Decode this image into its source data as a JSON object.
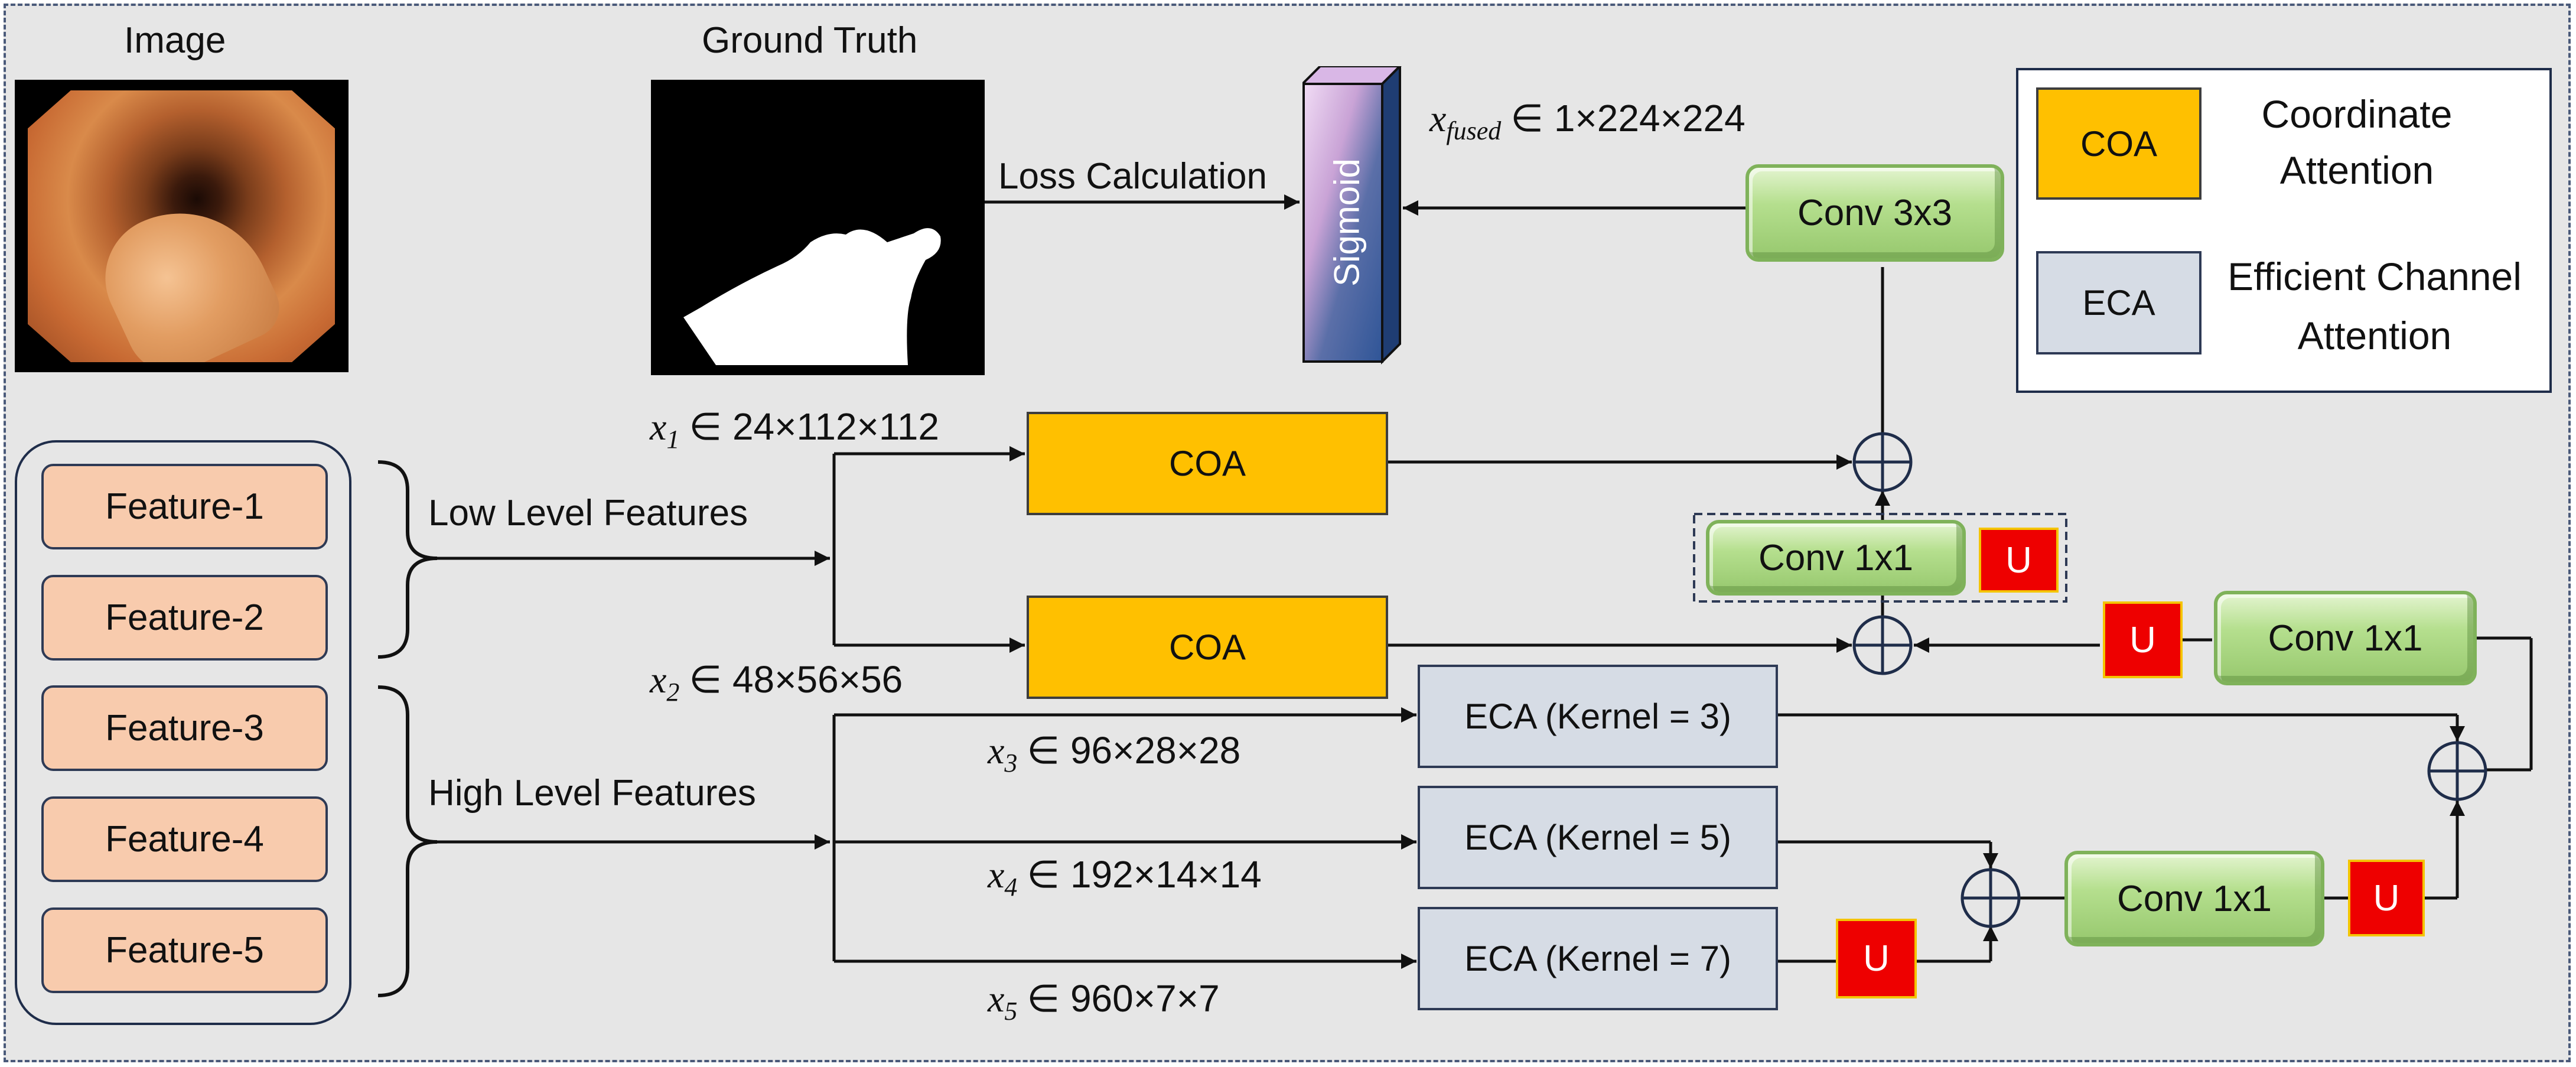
{
  "titles": {
    "image": "Image",
    "ground_truth": "Ground Truth"
  },
  "sigmoid_label": "Sigmoid",
  "loss_label": "Loss Calculation",
  "fused_label": {
    "var": "x",
    "sub": "fused",
    "shape": "∈ 1×224×224"
  },
  "legend": {
    "coa_box": "COA",
    "coa_text_1": "Coordinate",
    "coa_text_2": "Attention",
    "eca_box": "ECA",
    "eca_text_1": "Efficient Channel",
    "eca_text_2": "Attention"
  },
  "features": [
    "Feature-1",
    "Feature-2",
    "Feature-3",
    "Feature-4",
    "Feature-5"
  ],
  "groups": {
    "low": "Low Level Features",
    "high": "High Level Features"
  },
  "inputs": [
    {
      "var": "x",
      "sub": "1",
      "shape": "∈ 24×112×112"
    },
    {
      "var": "x",
      "sub": "2",
      "shape": "∈ 48×56×56"
    },
    {
      "var": "x",
      "sub": "3",
      "shape": "∈ 96×28×28"
    },
    {
      "var": "x",
      "sub": "4",
      "shape": "∈ 192×14×14"
    },
    {
      "var": "x",
      "sub": "5",
      "shape": "∈ 960×7×7"
    }
  ],
  "blocks": {
    "coa_1": "COA",
    "coa_2": "COA",
    "eca_3": "ECA (Kernel = 3)",
    "eca_5": "ECA (Kernel = 5)",
    "eca_7": "ECA (Kernel = 7)",
    "conv3x3": "Conv 3x3",
    "conv1x1_top": "Conv 1x1",
    "conv1x1_right": "Conv 1x1",
    "conv1x1_bottom": "Conv 1x1",
    "upsample": "U"
  },
  "colors": {
    "background": "#e6e6e6",
    "coa": "#ffc000",
    "eca": "#d6dce5",
    "conv": "#a9d18e",
    "upsample": "#ee0000",
    "feature": "#f8cbad"
  }
}
